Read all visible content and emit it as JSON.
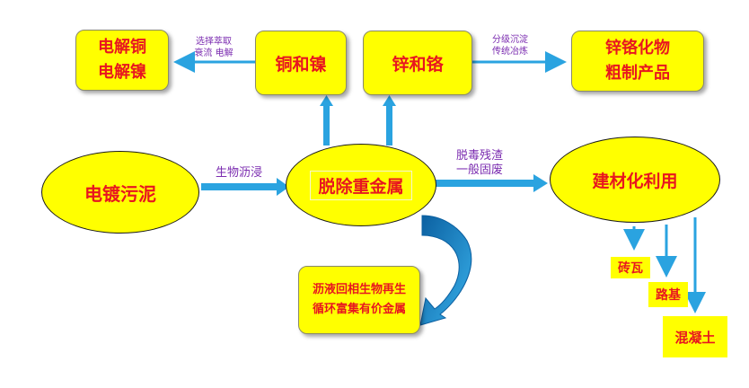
{
  "nodes": {
    "electro_cu_ni": [
      "电解铜",
      "电解镍"
    ],
    "cu_ni": "铜和镍",
    "zn_cr": "锌和铬",
    "zn_cr_products": [
      "锌铬化物",
      "粗制产品"
    ],
    "sludge": "电镀污泥",
    "remove_metals": "脱除重金属",
    "building_use": "建材化利用",
    "recycle": [
      "沥液回相生物再生",
      "循环富集有价金属"
    ]
  },
  "products": {
    "brick": "砖瓦",
    "roadbed": "路基",
    "concrete": "混凝土"
  },
  "labels": {
    "extract": [
      "选择萃取",
      "衰流 电解"
    ],
    "precip": [
      "分级沉淀",
      "传统冶炼"
    ],
    "bioleach": "生物沥浸",
    "detox": [
      "脱毒残渣",
      "一般固废"
    ]
  },
  "colors": {
    "fill": "#ffff00",
    "text": "#e8161f",
    "label": "#7b2cb0",
    "arrow": "#2aa3e0"
  }
}
